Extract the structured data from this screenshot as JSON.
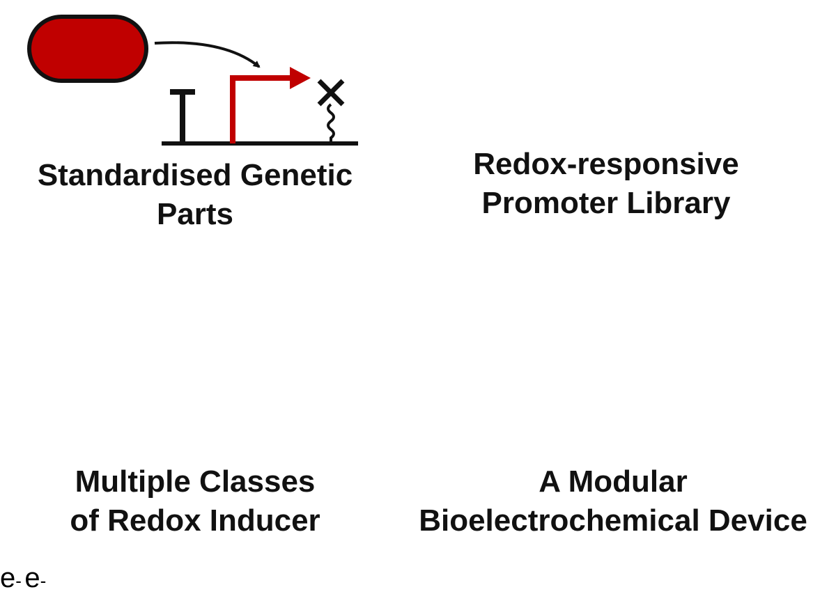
{
  "panels": {
    "genetic_parts": {
      "caption_line1": "Standardised Genetic",
      "caption_line2": "Parts",
      "colors": {
        "regulator": "#c00000",
        "promoter_arrow": "#c00000",
        "lines": "#111111"
      }
    },
    "promoter_library": {
      "caption_line1": "Redox-responsive",
      "caption_line2": "Promoter Library",
      "promoter_colors": [
        "#a8f0c8",
        "#7fd3a0",
        "#3f9a68",
        "#0b4a22"
      ],
      "gradient_colors": [
        "#ffffff",
        "#0b4a22"
      ]
    },
    "redox_inducers": {
      "caption_line1": "Multiple Classes",
      "caption_line2": "of Redox Inducer",
      "electron_label": "e",
      "electron_superscript": "-",
      "left_hexagon_colors": [
        "#f8c4a4",
        "#c8eefa",
        "#f59ae4"
      ],
      "right_hexagon_colors": [
        "#e05a0e",
        "#0b8fe0",
        "#b40a9a"
      ]
    },
    "device": {
      "caption_line1": "A Modular",
      "caption_line2": "Bioelectrochemical Device",
      "colors": {
        "frame": "#c9c9c9",
        "chamber": "#eeeeea",
        "glow": "#f6f07a",
        "bacteria_green": "#6fd04a",
        "bacteria_tan": "#f3cf9e",
        "mediator": "#8fd1ee"
      }
    }
  }
}
